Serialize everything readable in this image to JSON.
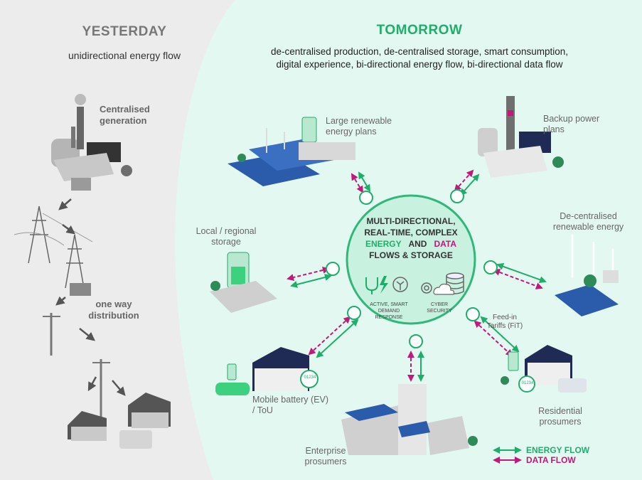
{
  "yesterday": {
    "title": "YESTERDAY",
    "subtitle": "unidirectional energy flow",
    "labels": {
      "generation": "Centralised generation",
      "distribution": "one way distribution"
    }
  },
  "tomorrow": {
    "title": "TOMORROW",
    "subtitle_line1": "de-centralised production, de-centralised storage, smart consumption,",
    "subtitle_line2": "digital experience, bi-directional energy flow, bi-directional data flow",
    "hub": {
      "line1": "MULTI-DIRECTIONAL,",
      "line2": "REAL-TIME, COMPLEX",
      "energy": "ENERGY",
      "and": "AND",
      "data": "DATA",
      "line4": "FLOWS & STORAGE",
      "demand_label": "ACTIVE, SMART DEMAND RESPONSE",
      "cyber_label": "CYBER SECURITY"
    },
    "nodes": {
      "large_renewable": "Large renewable energy plans",
      "backup_power": "Backup power plans",
      "decentralised_renewable": "De-centralised renewable energy",
      "local_storage": "Local / regional storage",
      "feed_in": "Feed-in Tariffs (FiT)",
      "mobile_battery": "Mobile battery (EV) / ToU",
      "residential": "Residential prosumers",
      "enterprise": "Enterprise prosumers"
    },
    "meter_reading": "01234"
  },
  "legend": {
    "energy_flow": "ENERGY FLOW",
    "data_flow": "DATA FLOW",
    "energy_color": "#1fae6a",
    "data_color": "#c2187a"
  },
  "colors": {
    "yesterday_bg": "#ececec",
    "tomorrow_bg": "#e3f8f1",
    "hub_fill": "#c9f1e0",
    "hub_stroke": "#2fb87a"
  }
}
